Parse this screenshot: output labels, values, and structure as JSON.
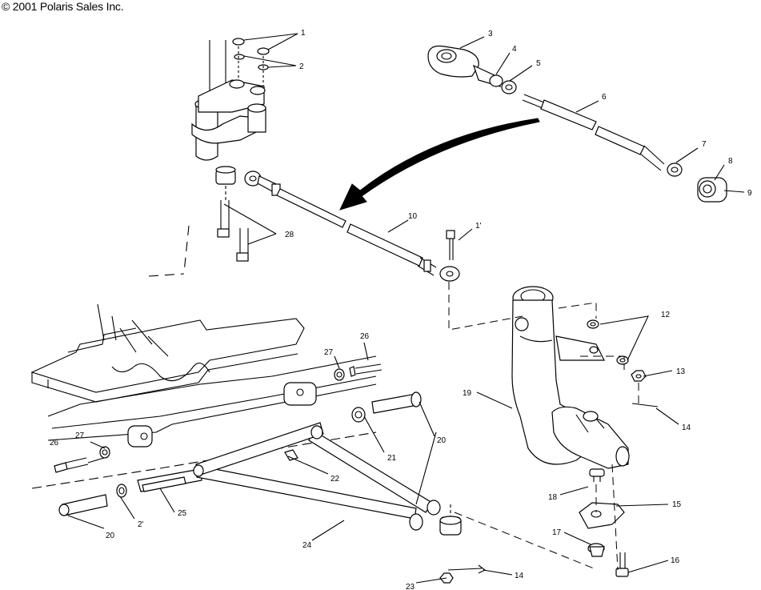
{
  "copyright": "© 2001 Polaris Sales Inc.",
  "callouts": {
    "c1": "1",
    "c2": "2",
    "c3": "3",
    "c4": "4",
    "c5": "5",
    "c6": "6",
    "c7": "7",
    "c8": "8",
    "c9": "9",
    "c10": "10",
    "c11": "1'",
    "c12": "12",
    "c13": "13",
    "c14a": "14",
    "c14b": "14",
    "c15": "15",
    "c16": "16",
    "c17": "17",
    "c18": "18",
    "c19": "19",
    "c20a": "20",
    "c20b": "20",
    "c21a": "21",
    "c21b": "2'",
    "c22": "22",
    "c23": "23",
    "c24": "24",
    "c25": "25",
    "c26a": "26",
    "c26b": "26",
    "c27a": "27",
    "c27b": "27",
    "c28": "28"
  }
}
